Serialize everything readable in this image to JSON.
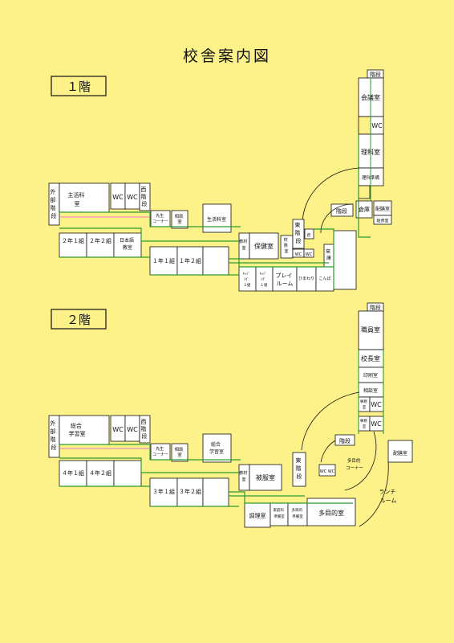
{
  "title": "校舎案内図",
  "floors": [
    {
      "label": "１階",
      "rooms": {
        "stairs_top": "階段",
        "meeting": "会議室",
        "wc_e": "WC",
        "science": "理科室",
        "science_prep": "理科準備",
        "outer_stairs": [
          "外",
          "部",
          "階",
          "段"
        ],
        "life_science": [
          "主活科",
          "室"
        ],
        "wc1": "WC",
        "wc2": "WC",
        "west_stairs": [
          "西",
          "階",
          "段"
        ],
        "corner": [
          "先生",
          "コーナー"
        ],
        "counsel": [
          "相談",
          "室"
        ],
        "life_science2": "生活科室",
        "c2_1": "２年１組",
        "c2_2": "２年２組",
        "japanese": [
          "日本語",
          "教室"
        ],
        "c1_1": "１年１組",
        "c1_2": "１年２組",
        "materials": [
          "教材",
          "室"
        ],
        "health": "保健室",
        "admin": [
          "校",
          "務",
          "室"
        ],
        "east_stairs": [
          "東",
          "階",
          "段"
        ],
        "small": "倉",
        "kiln": [
          "窯",
          "庫"
        ],
        "stairs_mid": "階段",
        "storage": "倉庫",
        "delivery": "配膳室",
        "delivery2": "給食室",
        "wc_s1": "WC",
        "wc_s2": "WC",
        "lunch1": [
          "ｷｯｼﾞ",
          "ﾝｸﾞ",
          "２組"
        ],
        "lunch2": [
          "ｷｯｼﾞ",
          "ﾝｸﾞ",
          "１組"
        ],
        "play": [
          "プレイ",
          "ルーム"
        ],
        "hiro": "ひまわり",
        "kono": "こんぱ"
      }
    },
    {
      "label": "２階",
      "rooms": {
        "stairs_top": "階段",
        "staff": "職員室",
        "principal": "校長室",
        "print": "印刷室",
        "records": "相談室",
        "office": [
          "事務",
          "室"
        ],
        "wc_a": "WC",
        "office2": [
          "事務",
          "室"
        ],
        "wc_b": "WC",
        "outer_stairs": [
          "外",
          "部",
          "階",
          "段"
        ],
        "general": [
          "総合",
          "学習室"
        ],
        "wc1": "WC",
        "wc2": "WC",
        "west_stairs": [
          "西",
          "階",
          "段"
        ],
        "corner": [
          "先生",
          "コーナー"
        ],
        "counsel": [
          "相談",
          "室"
        ],
        "general2": [
          "総合",
          "学習室"
        ],
        "c4_1": "４年１組",
        "c4_2": "４年２組",
        "c3_1": "３年１組",
        "c3_2": "３年２組",
        "materials": [
          "教材",
          "室"
        ],
        "clothing": "被服室",
        "east_stairs": [
          "東",
          "階",
          "段"
        ],
        "wc_mid": "WC WC",
        "stairs_mid": "階段",
        "multi_corner": [
          "多目的",
          "コーナー"
        ],
        "delivery": "配膳室",
        "lunchroom": [
          "ランチ",
          "ルーム"
        ],
        "cooking": "調理室",
        "cook_prep": [
          "家庭科",
          "準備室"
        ],
        "multi_prep": [
          "多目的",
          "準備室"
        ],
        "multi": "多目的室"
      }
    }
  ]
}
